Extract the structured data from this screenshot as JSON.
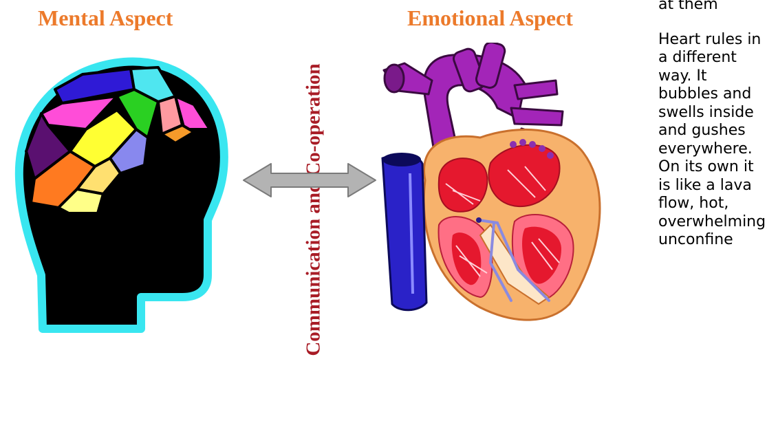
{
  "titles": {
    "mental": "Mental Aspect",
    "emotional": "Emotional Aspect"
  },
  "center_label": "Communication and Co-operation",
  "side_text": {
    "fragment": "at them",
    "paragraph": "Heart rules in a different way. It bubbles and swells inside and gushes everywhere. On its own it is like a lava flow, hot, overwhelming, unconfine"
  },
  "colors": {
    "title_orange": "#ec7a2b",
    "label_red": "#a81c26",
    "head_outline_cyan": "#39e6f0",
    "arrow_grey": "#b3b3b3"
  },
  "icons": {
    "head": "head-brain-icon",
    "arrow": "double-arrow-icon",
    "heart": "heart-anatomy-icon"
  }
}
